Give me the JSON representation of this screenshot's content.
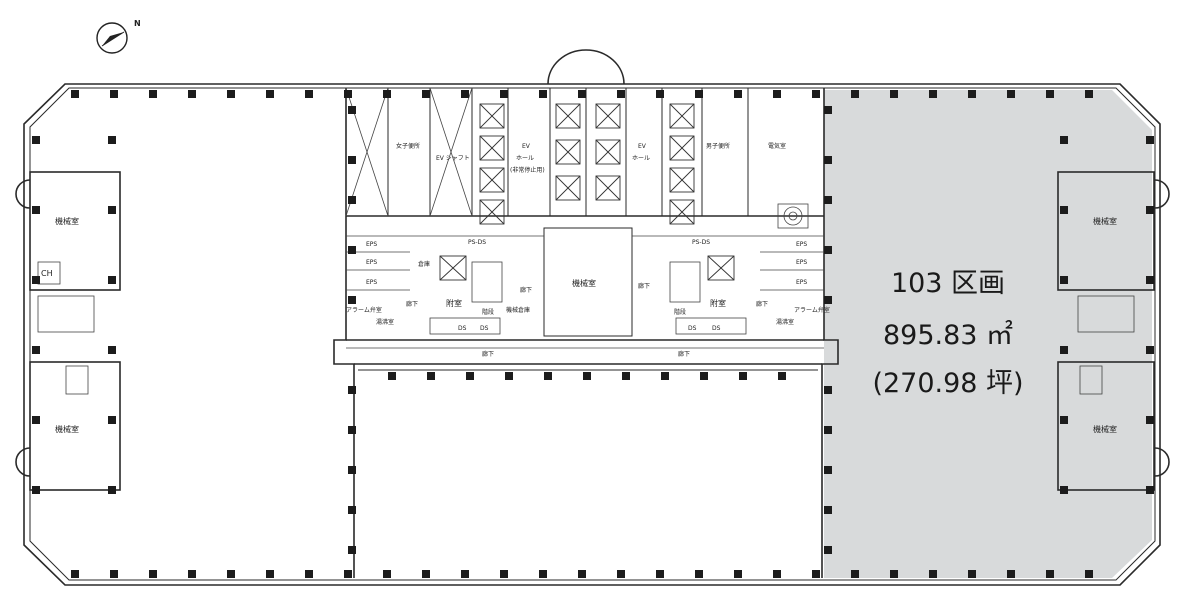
{
  "compass": {
    "north_label": "N",
    "icon": "north-arrow-icon"
  },
  "area": {
    "title": "103 区画",
    "size": "895.83 ㎡",
    "tsubo": "(270.98 坪)",
    "highlight_color": "#d8dadb"
  },
  "rooms": {
    "machine_room_left_top": "機械室",
    "machine_room_left_bottom": "機械室",
    "machine_room_right_top": "機械室",
    "machine_room_right_bottom": "機械室",
    "machine_room_center": "機械室",
    "womens_restroom": "女子便所",
    "mens_restroom": "男子便所",
    "ev_shaft": "EV\nシャフト",
    "ev_hall_left_1": "EV",
    "ev_hall_left_2": "ホール",
    "ev_hall_left_3": "(非常停止用)",
    "ev_hall_right_1": "EV",
    "ev_hall_right_2": "ホール",
    "electrical_room": "電気室",
    "eps": "EPS",
    "ps_ds": "PS-DS",
    "storage": "倉庫",
    "annex_room": "附室",
    "stairs": "階段",
    "ds": "DS",
    "corridor": "廊下",
    "hot_water_room": "湯沸室",
    "alarm_valve_room": "アラーム弁室",
    "machine_storage": "機械倉庫",
    "ch": "CH"
  }
}
